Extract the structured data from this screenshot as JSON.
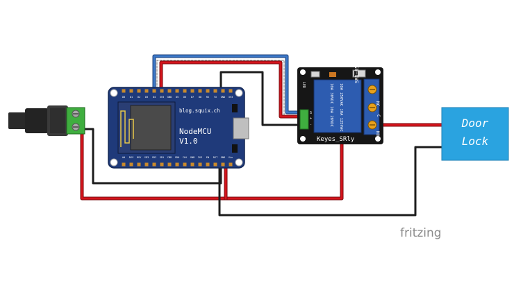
{
  "nodemcu": {
    "url_label": "blog.squix.ch",
    "name_line1": "NodeMCU",
    "name_line2": "V1.0",
    "top_pins": [
      "D0",
      "D1",
      "D2",
      "D3",
      "D4",
      "3V3",
      "GND",
      "D5",
      "D6",
      "D7",
      "D8",
      "RX",
      "TX",
      "GND",
      "3V3"
    ],
    "bottom_pins": [
      "A0",
      "RSV",
      "RSV",
      "SD3",
      "SD2",
      "SD1",
      "CMD",
      "SD0",
      "CLK",
      "GND",
      "3V3",
      "EN",
      "RST",
      "GND",
      "Vin"
    ]
  },
  "relay": {
    "label": "Keyes_SRly",
    "rating_lines": [
      "SRD-05VDC-SL-C",
      "10A 250VAC  10A 125VAC",
      "10A 30VDC  10A 28VDC"
    ],
    "terminal_labels": [
      "NC",
      "C",
      "NO"
    ],
    "input_labels": [
      "S",
      "+",
      "-"
    ],
    "led_label": "LED"
  },
  "door_lock": {
    "line1": "Door",
    "line2": "Lock",
    "color": "#2aa3e0"
  },
  "watermark": "fritzing",
  "colors": {
    "board_blue": "#1f3a7a",
    "pcb_black": "#161616",
    "wire_red": "#d4141c",
    "wire_black": "#1c1c1c",
    "wire_blue": "#3c78c8",
    "terminal_green": "#3fae3f"
  }
}
